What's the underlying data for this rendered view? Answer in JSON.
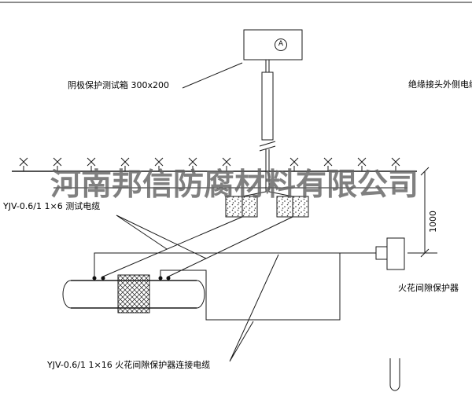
{
  "watermark": {
    "text": "河南邦信防腐材料有限公司"
  },
  "test_box": {
    "label": "阴极保护测试箱 300x200",
    "meter_symbol": "A"
  },
  "cables": {
    "test_cable_label": "YJV-0.6/1  1×6   测试电缆",
    "spark_cable_label": "YJV-0.6/1  1×16   火花间隙保护器连接电缆",
    "insulated_joint_outer_cable_label": "绝缘接头外侧电缆"
  },
  "spark_gap_protector": {
    "label": "火花间隙保护器"
  },
  "dimension": {
    "value": "1000"
  },
  "colors": {
    "line": "#1a1a1a",
    "watermark": "#646464"
  }
}
